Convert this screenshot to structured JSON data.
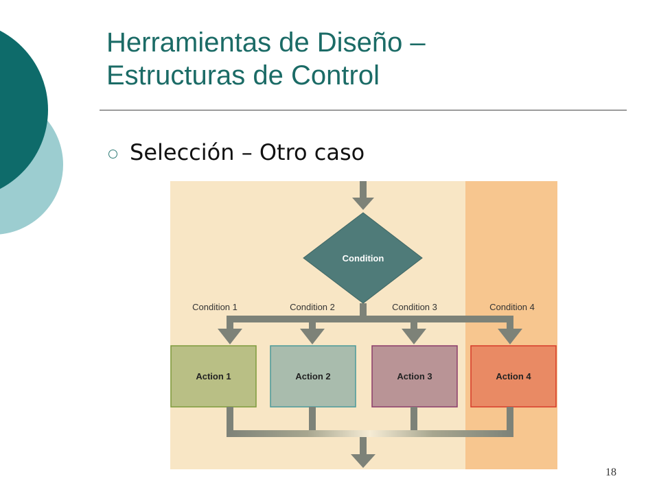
{
  "slide": {
    "title_line1": "Herramientas de Diseño –",
    "title_line2": "Estructuras de Control",
    "bullet": "Selección – Otro caso",
    "page_number": "18"
  },
  "flowchart": {
    "decision": "Condition",
    "conditions": [
      "Condition 1",
      "Condition 2",
      "Condition 3",
      "Condition 4"
    ],
    "actions": [
      "Action 1",
      "Action 2",
      "Action 3",
      "Action 4"
    ],
    "colors": {
      "background": "#f8e6c5",
      "highlight_column": "#f7c68f",
      "decision_fill": "#4f7b79",
      "connector": "#7d8278",
      "action_1": "#b9bf85",
      "action_2": "#a9bcad",
      "action_3": "#b99496",
      "action_4": "#e98a64"
    }
  }
}
